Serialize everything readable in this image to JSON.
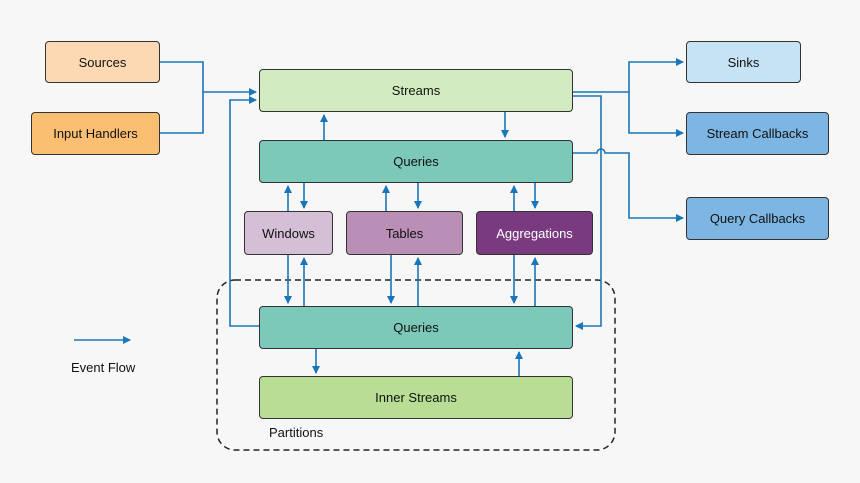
{
  "nodes": {
    "sources": "Sources",
    "input_handlers": "Input Handlers",
    "streams": "Streams",
    "queries_top": "Queries",
    "windows": "Windows",
    "tables": "Tables",
    "aggregations": "Aggregations",
    "queries_partition": "Queries",
    "inner_streams": "Inner Streams",
    "sinks": "Sinks",
    "stream_callbacks": "Stream Callbacks",
    "query_callbacks": "Query Callbacks"
  },
  "partition_label": "Partitions",
  "legend": {
    "label": "Event Flow"
  },
  "colors": {
    "sources": "#fdd9b3",
    "input_handlers": "#fbbf72",
    "streams": "#d3ebc0",
    "queries": "#7cc8b9",
    "windows": "#d5bfd6",
    "tables": "#b98fb6",
    "aggregations": "#7a3a80",
    "inner_streams": "#b7de94",
    "sinks": "#c6e3f6",
    "callbacks": "#7db6e3",
    "arrow": "#1976b8"
  }
}
